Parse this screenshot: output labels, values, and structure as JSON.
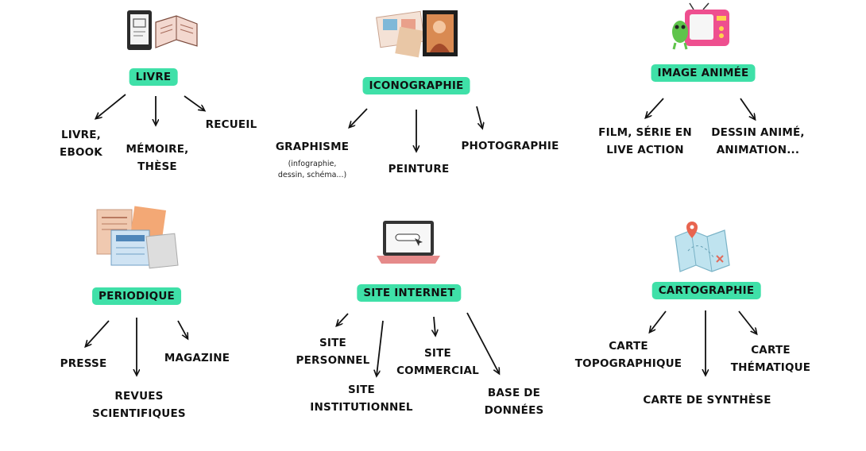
{
  "groups": [
    {
      "id": "livre",
      "label": "LIVRE",
      "icon": "book-ereader-icon",
      "items": [
        {
          "lines": [
            "LIVRE,",
            "EBOOK"
          ]
        },
        {
          "lines": [
            "MÉMOIRE,",
            "THÈSE"
          ]
        },
        {
          "lines": [
            "RECUEIL"
          ]
        }
      ]
    },
    {
      "id": "iconographie",
      "label": "ICONOGRAPHIE",
      "icon": "pictures-icon",
      "items": [
        {
          "lines": [
            "GRAPHISME"
          ],
          "note": [
            "(infographie,",
            "dessin, schéma...)"
          ]
        },
        {
          "lines": [
            "PEINTURE"
          ]
        },
        {
          "lines": [
            "PHOTOGRAPHIE"
          ]
        }
      ]
    },
    {
      "id": "image-animee",
      "label": "IMAGE ANIMÉE",
      "icon": "television-icon",
      "items": [
        {
          "lines": [
            "FILM, SÉRIE EN",
            "LIVE ACTION"
          ]
        },
        {
          "lines": [
            "DESSIN ANIMÉ,",
            "ANIMATION..."
          ]
        }
      ]
    },
    {
      "id": "periodique",
      "label": "PERIODIQUE",
      "icon": "newspapers-icon",
      "items": [
        {
          "lines": [
            "PRESSE"
          ]
        },
        {
          "lines": [
            "REVUES",
            "SCIENTIFIQUES"
          ]
        },
        {
          "lines": [
            "MAGAZINE"
          ]
        }
      ]
    },
    {
      "id": "site-internet",
      "label": "SITE INTERNET",
      "icon": "laptop-icon",
      "items": [
        {
          "lines": [
            "SITE",
            "PERSONNEL"
          ]
        },
        {
          "lines": [
            "SITE",
            "INSTITUTIONNEL"
          ]
        },
        {
          "lines": [
            "SITE",
            "COMMERCIAL"
          ]
        },
        {
          "lines": [
            "BASE DE",
            "DONNÉES"
          ]
        }
      ]
    },
    {
      "id": "cartographie",
      "label": "CARTOGRAPHIE",
      "icon": "map-icon",
      "items": [
        {
          "lines": [
            "CARTE",
            "TOPOGRAPHIQUE"
          ]
        },
        {
          "lines": [
            "CARTE DE SYNTHÈSE"
          ]
        },
        {
          "lines": [
            "CARTE",
            "THÉMATIQUE"
          ]
        }
      ]
    }
  ],
  "colors": {
    "badge": "#3fe0a8",
    "text": "#111111",
    "arrow": "#111111"
  }
}
